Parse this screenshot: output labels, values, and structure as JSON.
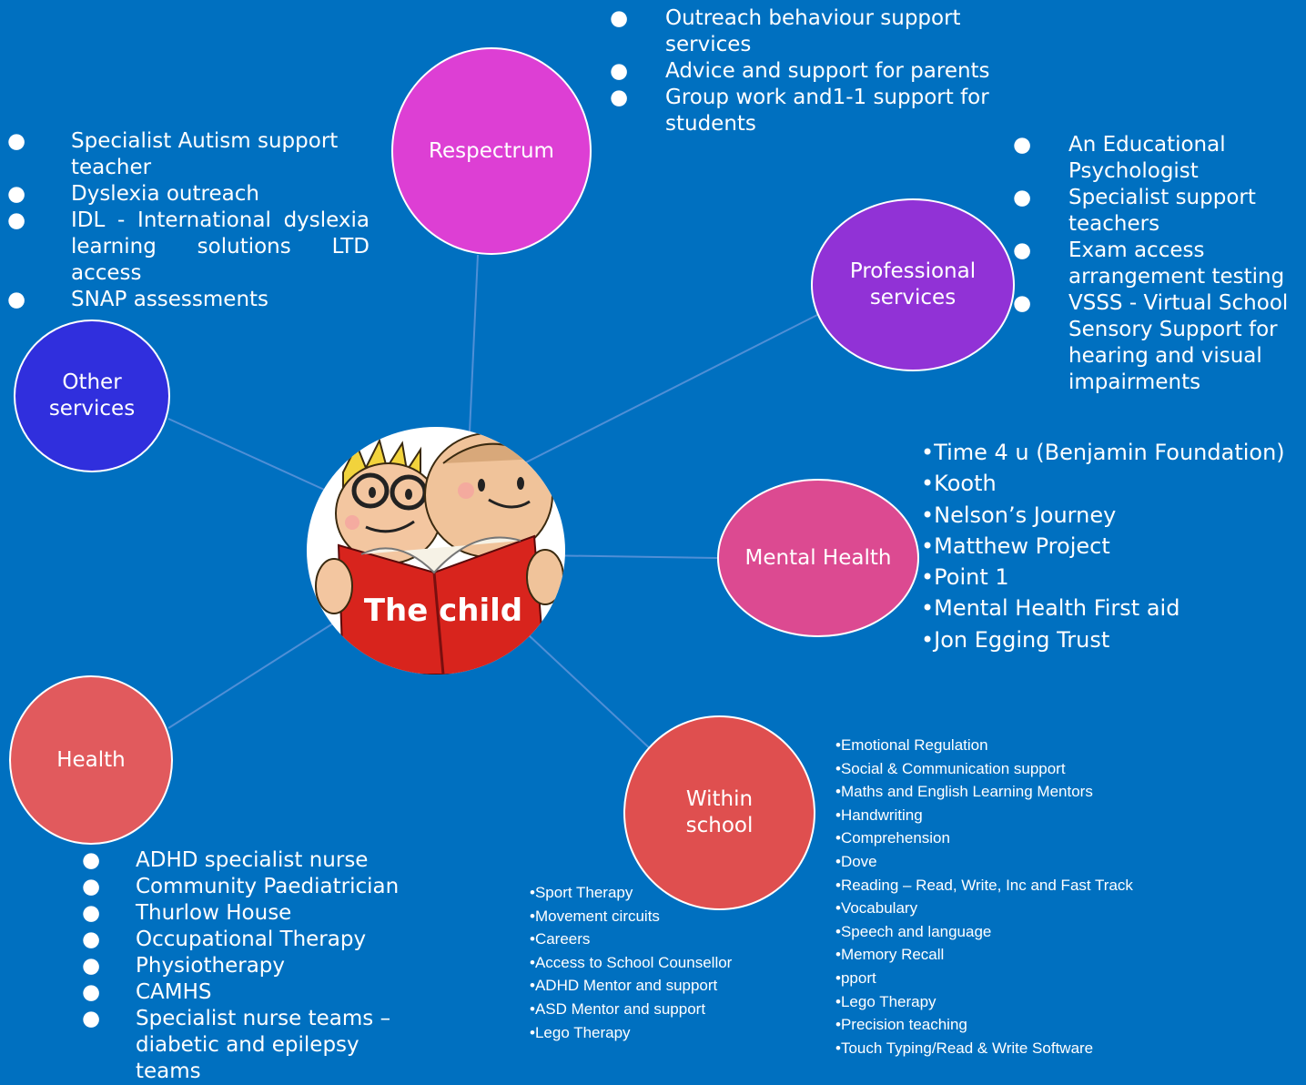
{
  "center": {
    "label": "The child"
  },
  "nodes": {
    "respectrum": "Respectrum",
    "professional": "Professional services",
    "other": "Other services",
    "mental": "Mental Health",
    "health": "Health",
    "school": "Within school"
  },
  "colors": {
    "background": "#0070c0",
    "respectrum": "#dd3fd4",
    "professional": "#9132d6",
    "other": "#302fdd",
    "mental": "#dc4a91",
    "health": "#e15a5d",
    "school": "#df4f4f",
    "connector": "#4f8fd6"
  },
  "lists": {
    "respectrum": [
      "Outreach behaviour support services",
      "Advice and support for parents",
      "Group work and1-1 support for students"
    ],
    "other": [
      "Specialist Autism support teacher",
      "Dyslexia outreach",
      "IDL - International dyslexia learning solutions LTD access",
      "SNAP assessments"
    ],
    "professional": [
      "An Educational Psychologist",
      "Specialist support teachers",
      "Exam access arrangement testing",
      "VSSS - Virtual School Sensory Support for hearing and visual impairments"
    ],
    "mental": [
      "Time 4 u (Benjamin Foundation)",
      "Kooth",
      "Nelson’s Journey",
      "Matthew Project",
      "Point 1",
      "Mental Health First aid",
      "Jon Egging Trust"
    ],
    "health": [
      "ADHD specialist nurse",
      "Community Paediatrician",
      "Thurlow House",
      "Occupational Therapy",
      "Physiotherapy",
      "CAMHS",
      "Specialist nurse teams – diabetic and epilepsy teams"
    ],
    "school_left": [
      "Sport Therapy",
      "Movement circuits",
      "Careers",
      "Access to School Counsellor",
      "ADHD Mentor and support",
      "ASD Mentor and support",
      "Lego Therapy"
    ],
    "school_right": [
      "Emotional Regulation",
      "Social & Communication support",
      "Maths and English Learning Mentors",
      "Handwriting",
      "Comprehension",
      "Dove",
      "Reading – Read, Write, Inc and Fast Track",
      "Vocabulary",
      "Speech and language",
      "Memory Recall",
      "pport",
      "Lego Therapy",
      "Precision teaching",
      "Touch Typing/Read & Write Software"
    ]
  }
}
